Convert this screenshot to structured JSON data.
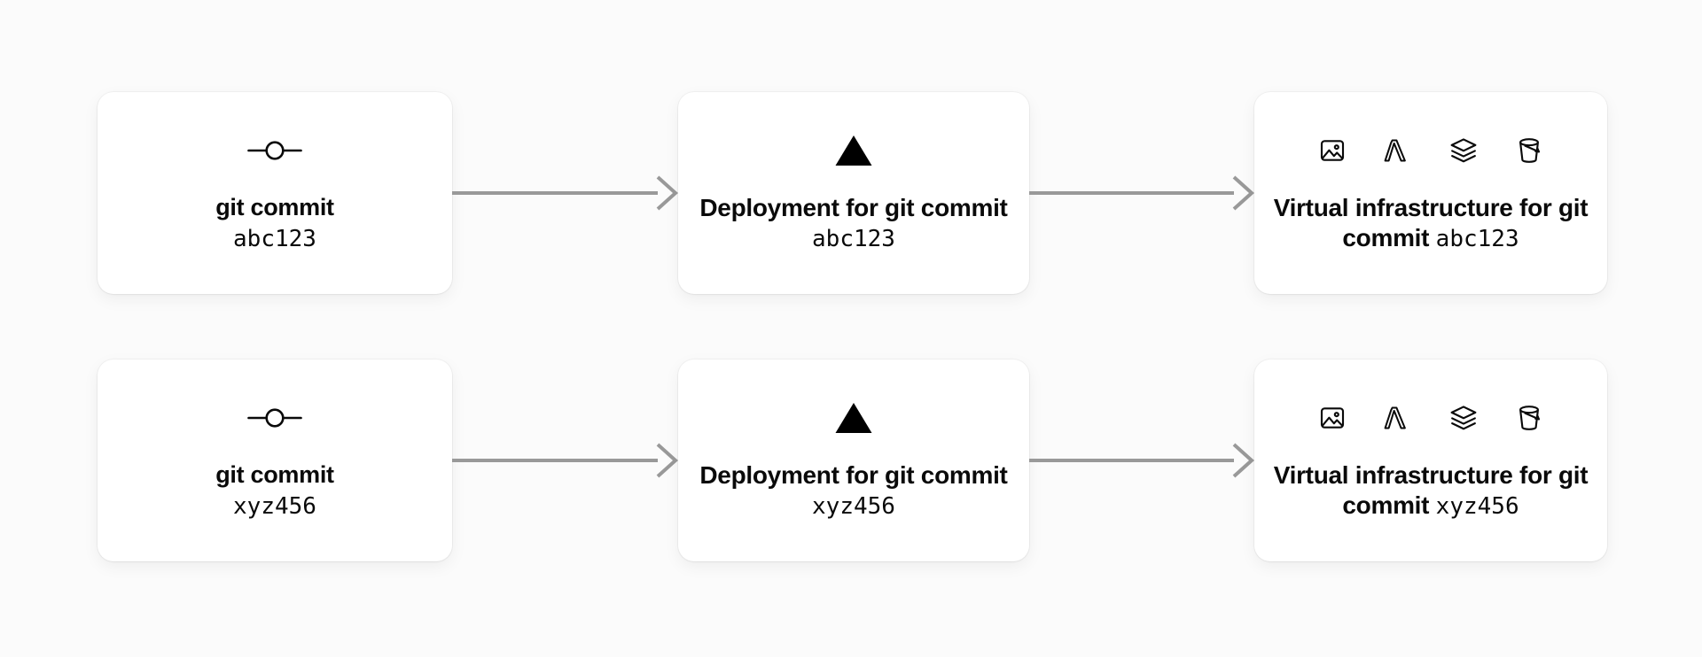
{
  "diagram": {
    "title": "git commit to deployment to virtual infrastructure pipeline",
    "background_color": "#fbfbfb",
    "card_color": "#ffffff",
    "text_color": "#0a0a0a",
    "arrow_color": "#999999"
  },
  "rows": [
    {
      "commit_hash": "abc123",
      "stages": [
        {
          "id": "git-commit",
          "label_bold": "git commit",
          "hash": "abc123",
          "icons": [
            "git-commit-icon"
          ]
        },
        {
          "id": "deployment",
          "label_bold": "Deployment for git commit",
          "hash": "abc123",
          "icons": [
            "vercel-triangle-icon"
          ]
        },
        {
          "id": "virtual-infrastructure",
          "label_bold": "Virtual infrastructure for git commit",
          "hash": "abc123",
          "icons": [
            "image-icon",
            "lambda-icon",
            "layers-icon",
            "bucket-icon"
          ]
        }
      ],
      "arrows": [
        "commit-to-deployment",
        "deployment-to-infrastructure"
      ]
    },
    {
      "commit_hash": "xyz456",
      "stages": [
        {
          "id": "git-commit",
          "label_bold": "git commit",
          "hash": "xyz456",
          "icons": [
            "git-commit-icon"
          ]
        },
        {
          "id": "deployment",
          "label_bold": "Deployment for git commit",
          "hash": "xyz456",
          "icons": [
            "vercel-triangle-icon"
          ]
        },
        {
          "id": "virtual-infrastructure",
          "label_bold": "Virtual infrastructure for git commit",
          "hash": "xyz456",
          "icons": [
            "image-icon",
            "lambda-icon",
            "layers-icon",
            "bucket-icon"
          ]
        }
      ],
      "arrows": [
        "commit-to-deployment",
        "deployment-to-infrastructure"
      ]
    }
  ]
}
